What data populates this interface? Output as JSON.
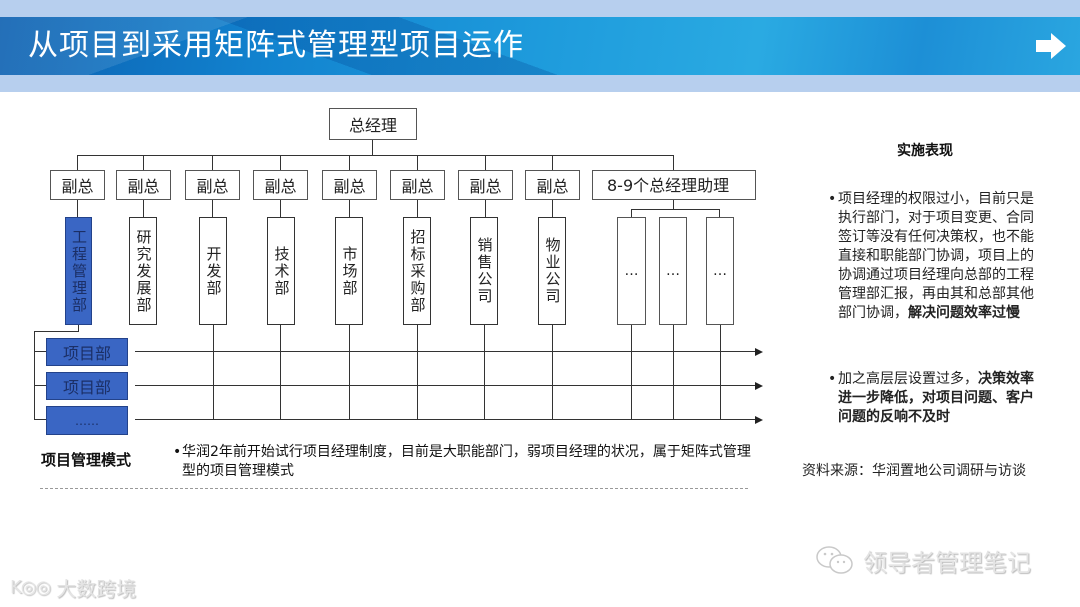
{
  "header": {
    "title": "从项目到采用矩阵式管理型项目运作",
    "next_icon": "right-arrow-icon",
    "colors": {
      "band_light": "#b7cfee",
      "band_blue": "#1e9bdc"
    }
  },
  "org_chart": {
    "root": "总经理",
    "vice_presidents": [
      "副总",
      "副总",
      "副总",
      "副总",
      "副总",
      "副总",
      "副总",
      "副总"
    ],
    "assistants_box": "8-9个总经理助理",
    "departments": [
      "工程管理部",
      "研究发展部",
      "开发部",
      "技术部",
      "市场部",
      "招标采购部",
      "销售公司",
      "物业公司"
    ],
    "assistant_departments": [
      "…",
      "…",
      "…"
    ],
    "highlighted_department": "工程管理部",
    "projects": [
      "项目部",
      "项目部",
      "……"
    ],
    "highlight_color": "#3a66c4"
  },
  "mode": {
    "label": "项目管理模式",
    "text": "华润2年前开始试行项目经理制度，目前是大职能部门，弱项目经理的状况，属于矩阵式管理型的项目管理模式"
  },
  "sidebar": {
    "title": "实施表现",
    "bullets": [
      {
        "normal": "项目经理的权限过小，目前只是执行部门，对于项目变更、合同签订等没有任何决策权，也不能直接和职能部门协调，项目上的协调通过项目经理向总部的工程管理部汇报，再由其和总部其他部门协调，",
        "bold": "解决问题效率过慢"
      },
      {
        "normal": "加之高层层设置过多，",
        "bold": "决策效率进一步降低，对项目问题、客户问题的反响不及时"
      }
    ],
    "source": "资料来源：华润置地公司调研与访谈"
  },
  "watermarks": {
    "left": "大数跨境",
    "left_logo": "kuoo-logo-icon",
    "right": "领导者管理笔记",
    "right_logo": "wechat-icon"
  }
}
